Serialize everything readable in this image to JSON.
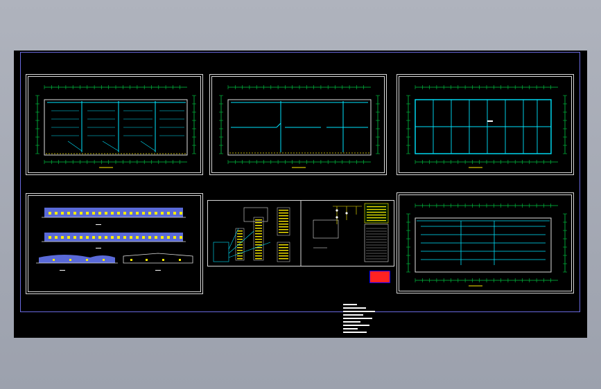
{
  "theme": {
    "background": "#a4a9b4",
    "canvas": "#000000",
    "frame": "#6a6ae0",
    "border": "#d8d8d8",
    "dim": "#00cc44",
    "cyan": "#00e5ff",
    "yellow": "#ffee00",
    "red": "#ff2222",
    "white": "#ffffff"
  },
  "sheets": [
    {
      "name": "floor-plan-1"
    },
    {
      "name": "floor-plan-2"
    },
    {
      "name": "floor-plan-3"
    },
    {
      "name": "elevations"
    },
    {
      "name": "wiring-diagram"
    },
    {
      "name": "floor-plan-4"
    }
  ]
}
